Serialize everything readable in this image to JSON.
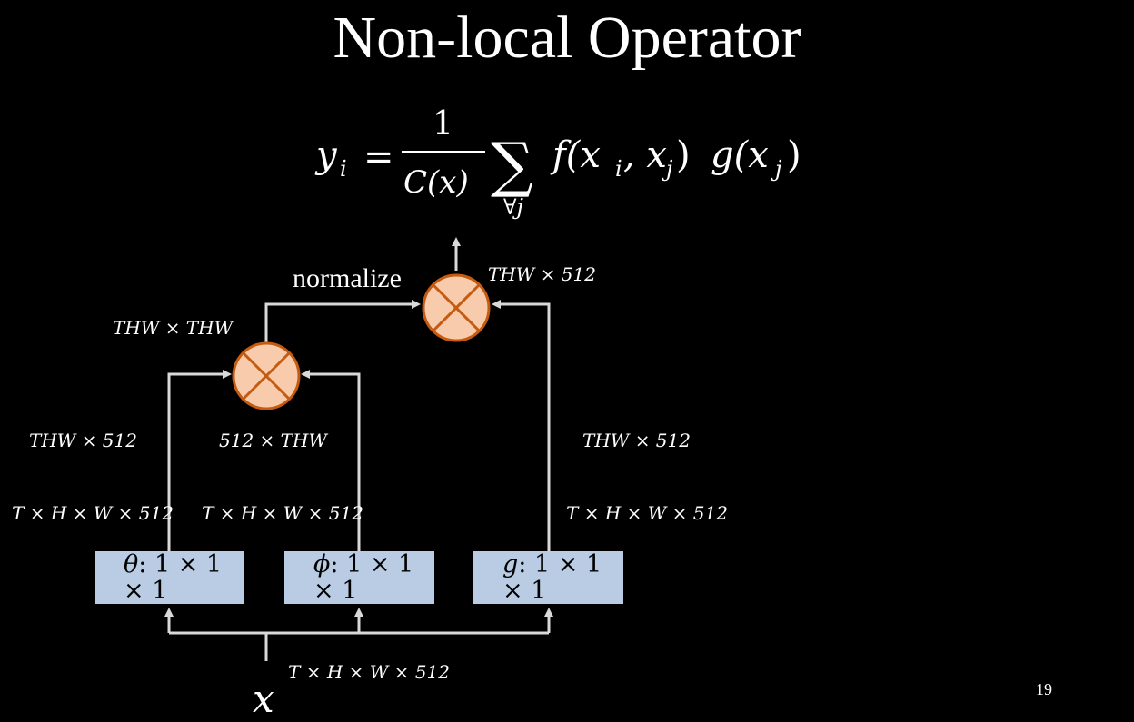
{
  "title": "Non-local Operator",
  "formula": {
    "lhs_var": "y",
    "lhs_sub": "i",
    "equals": "=",
    "numerator": "1",
    "denominator": "C(x)",
    "sum_symbol": "∑",
    "sum_sub": "∀j",
    "body": "f(x",
    "body_sub_i": "i",
    "body_mid": ", x",
    "body_sub_j": "j",
    "body_close": ")",
    "g_part": "g(x",
    "g_sub": "j",
    "g_close": ")"
  },
  "diagram": {
    "normalize_label": "normalize",
    "output_dims": "THW × 512",
    "attention_dims": "THW × THW",
    "theta_proj_dims": "THW × 512",
    "phi_proj_dims": "512 × THW",
    "g_proj_dims": "THW × 512",
    "theta_out_dims": "T × H × W × 512",
    "phi_out_dims": "T × H × W × 512",
    "g_out_dims": "T × H × W × 512",
    "input_dims": "T × H × W × 512",
    "input_var": "x",
    "boxes": {
      "theta": {
        "symbol": "θ",
        "text": ": 1 × 1 × 1"
      },
      "phi": {
        "symbol": "ϕ",
        "text": ": 1 × 1 × 1"
      },
      "g": {
        "symbol": "g",
        "text": ": 1 × 1 × 1"
      }
    }
  },
  "page_number": "19",
  "colors": {
    "background": "#000000",
    "box_fill": "#b9cce3",
    "multiply_fill": "#f8cbad",
    "multiply_stroke": "#c55a11",
    "line": "#d9d9d9"
  }
}
